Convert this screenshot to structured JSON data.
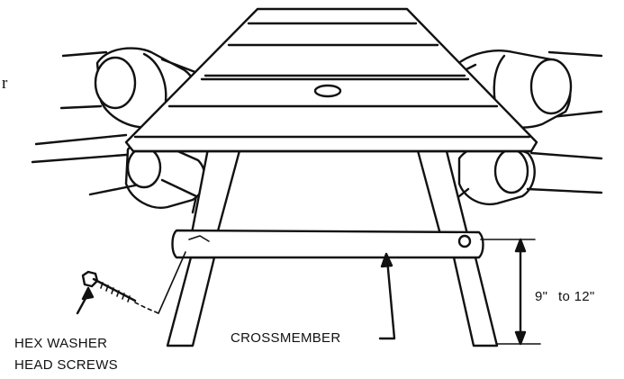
{
  "labels": {
    "crossmember": "CROSSMEMBER",
    "screws_line1": "HEX WASHER",
    "screws_line2": "HEAD SCREWS",
    "dim_low": "9\"",
    "dim_to": "to 12\"",
    "edge_char": "r"
  }
}
